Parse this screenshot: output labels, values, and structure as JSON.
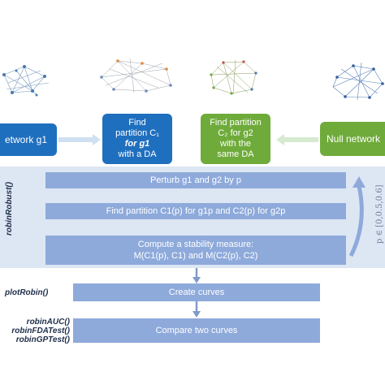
{
  "top": {
    "left_box": "etwork g1",
    "box1": [
      "Find",
      "partition C₁",
      "for g1",
      "with a DA"
    ],
    "box2": [
      "Find partition",
      "C₂ for g2",
      "with the",
      "same DA"
    ],
    "right_box": "Null network"
  },
  "panel": {
    "function_label": "robinRobust()",
    "side_label": "p ∈ [0,0.5,0.6]",
    "step1": "Perturb g1 and g2 by p",
    "step2": "Find partition C1(p) for g1p and C2(p) for g2p",
    "step3_line1": "Compute a stability measure:",
    "step3_line2": "M(C1(p), C1) and M(C2(p), C2)"
  },
  "plot": {
    "function_label": "plotRobin()",
    "step": "Create curves"
  },
  "compare": {
    "function_labels": [
      "robinAUC()",
      "robinFDATest()",
      "robinGPTest()"
    ],
    "step": "Compare two curves"
  },
  "colors": {
    "blue": "#1f6fbf",
    "green": "#6fab3a",
    "step": "#8eaadb",
    "panel": "#dde6f3"
  },
  "icons": [
    "network-graph-icon",
    "arrow-icon"
  ]
}
